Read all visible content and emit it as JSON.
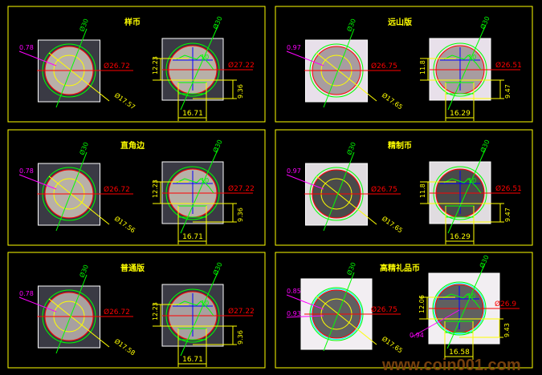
{
  "colors": {
    "frame": "#ffff00",
    "dim": "#ffff00",
    "diameter": "#ff0000",
    "green": "#00ff00",
    "magenta": "#ff00ff",
    "blue": "#0000ff",
    "cyan": "#00ffff"
  },
  "panels": [
    {
      "title": "样币",
      "angle_left": "Ø30",
      "angle_right": "Ø30",
      "offset_labels": [
        "0.78"
      ],
      "outer_dia_left": "Ø26.72",
      "inner_dia": "Ø17.57",
      "outer_dia_right": "Ø27.22",
      "height": "12.23",
      "lower": "9.36",
      "width": "16.71",
      "fine": "10",
      "image_bg": "#3a3a44",
      "coin_face": "#b8b0a8"
    },
    {
      "title": "远山版",
      "angle_left": "Ø30",
      "angle_right": "Ø30",
      "offset_labels": [
        "0.97"
      ],
      "outer_dia_left": "Ø26.75",
      "inner_dia": "Ø17.65",
      "outer_dia_right": "Ø26.51",
      "height": "11.8",
      "lower": "9.47",
      "width": "16.29",
      "fine": "10",
      "image_bg": "#e8e0ea",
      "coin_face": "#a89ca0"
    },
    {
      "title": "直角边",
      "angle_left": "Ø30",
      "angle_right": "Ø30",
      "offset_labels": [
        "0.78"
      ],
      "outer_dia_left": "Ø26.72",
      "inner_dia": "Ø17.56",
      "outer_dia_right": "Ø27.22",
      "height": "12.23",
      "lower": "9.36",
      "width": "16.71",
      "fine": "10",
      "image_bg": "#3a3a44",
      "coin_face": "#b8b0a8"
    },
    {
      "title": "精制币",
      "angle_left": "Ø30",
      "angle_right": "Ø30",
      "offset_labels": [
        "0.97"
      ],
      "outer_dia_left": "Ø26.75",
      "inner_dia": "Ø17.65",
      "outer_dia_right": "Ø26.51",
      "height": "11.8",
      "lower": "9.47",
      "width": "16.29",
      "fine": "10",
      "image_bg": "#e0dce0",
      "coin_face": "#4a4a4a"
    },
    {
      "title": "普通版",
      "angle_left": "Ø30",
      "angle_right": "Ø30",
      "offset_labels": [
        "0.78"
      ],
      "outer_dia_left": "Ø26.72",
      "inner_dia": "Ø17.58",
      "outer_dia_right": "Ø27.22",
      "height": "12.23",
      "lower": "9.36",
      "width": "16.71",
      "fine": "10",
      "image_bg": "#3a3a44",
      "coin_face": "#a8a0a0"
    },
    {
      "title": "高精礼品币",
      "angle_left": "Ø30",
      "angle_right": "Ø30",
      "offset_labels": [
        "0.85",
        "0.93"
      ],
      "offset_right": "0.94",
      "outer_dia_left": "Ø26.75",
      "inner_dia": "Ø17.65",
      "outer_dia_right": "Ø26.9",
      "height": "12.06",
      "lower": "9.43",
      "width": "16.58",
      "fine": "10",
      "image_bg": "#f2eef2",
      "coin_face": "#606060"
    }
  ],
  "watermark": "www.coin001.com"
}
